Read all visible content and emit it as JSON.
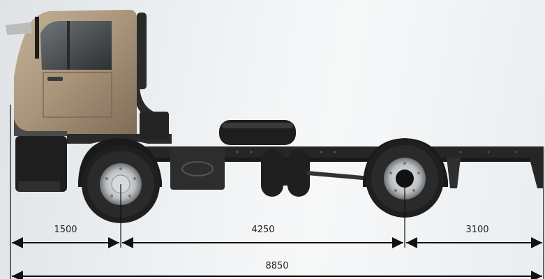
{
  "dimensions": {
    "front_overhang": "1500",
    "wheelbase": "4250",
    "rear_overhang": "3100",
    "overall_length": "8850"
  },
  "colors": {
    "cab_body": "#a9947a",
    "chassis": "#2b2b2b",
    "tire": "#1f1f1f",
    "rim": "#bfc3c6",
    "dimension_line": "#111111",
    "background": "#eef1f3"
  },
  "icons": {
    "logo": "oval-brand-emblem-icon"
  }
}
